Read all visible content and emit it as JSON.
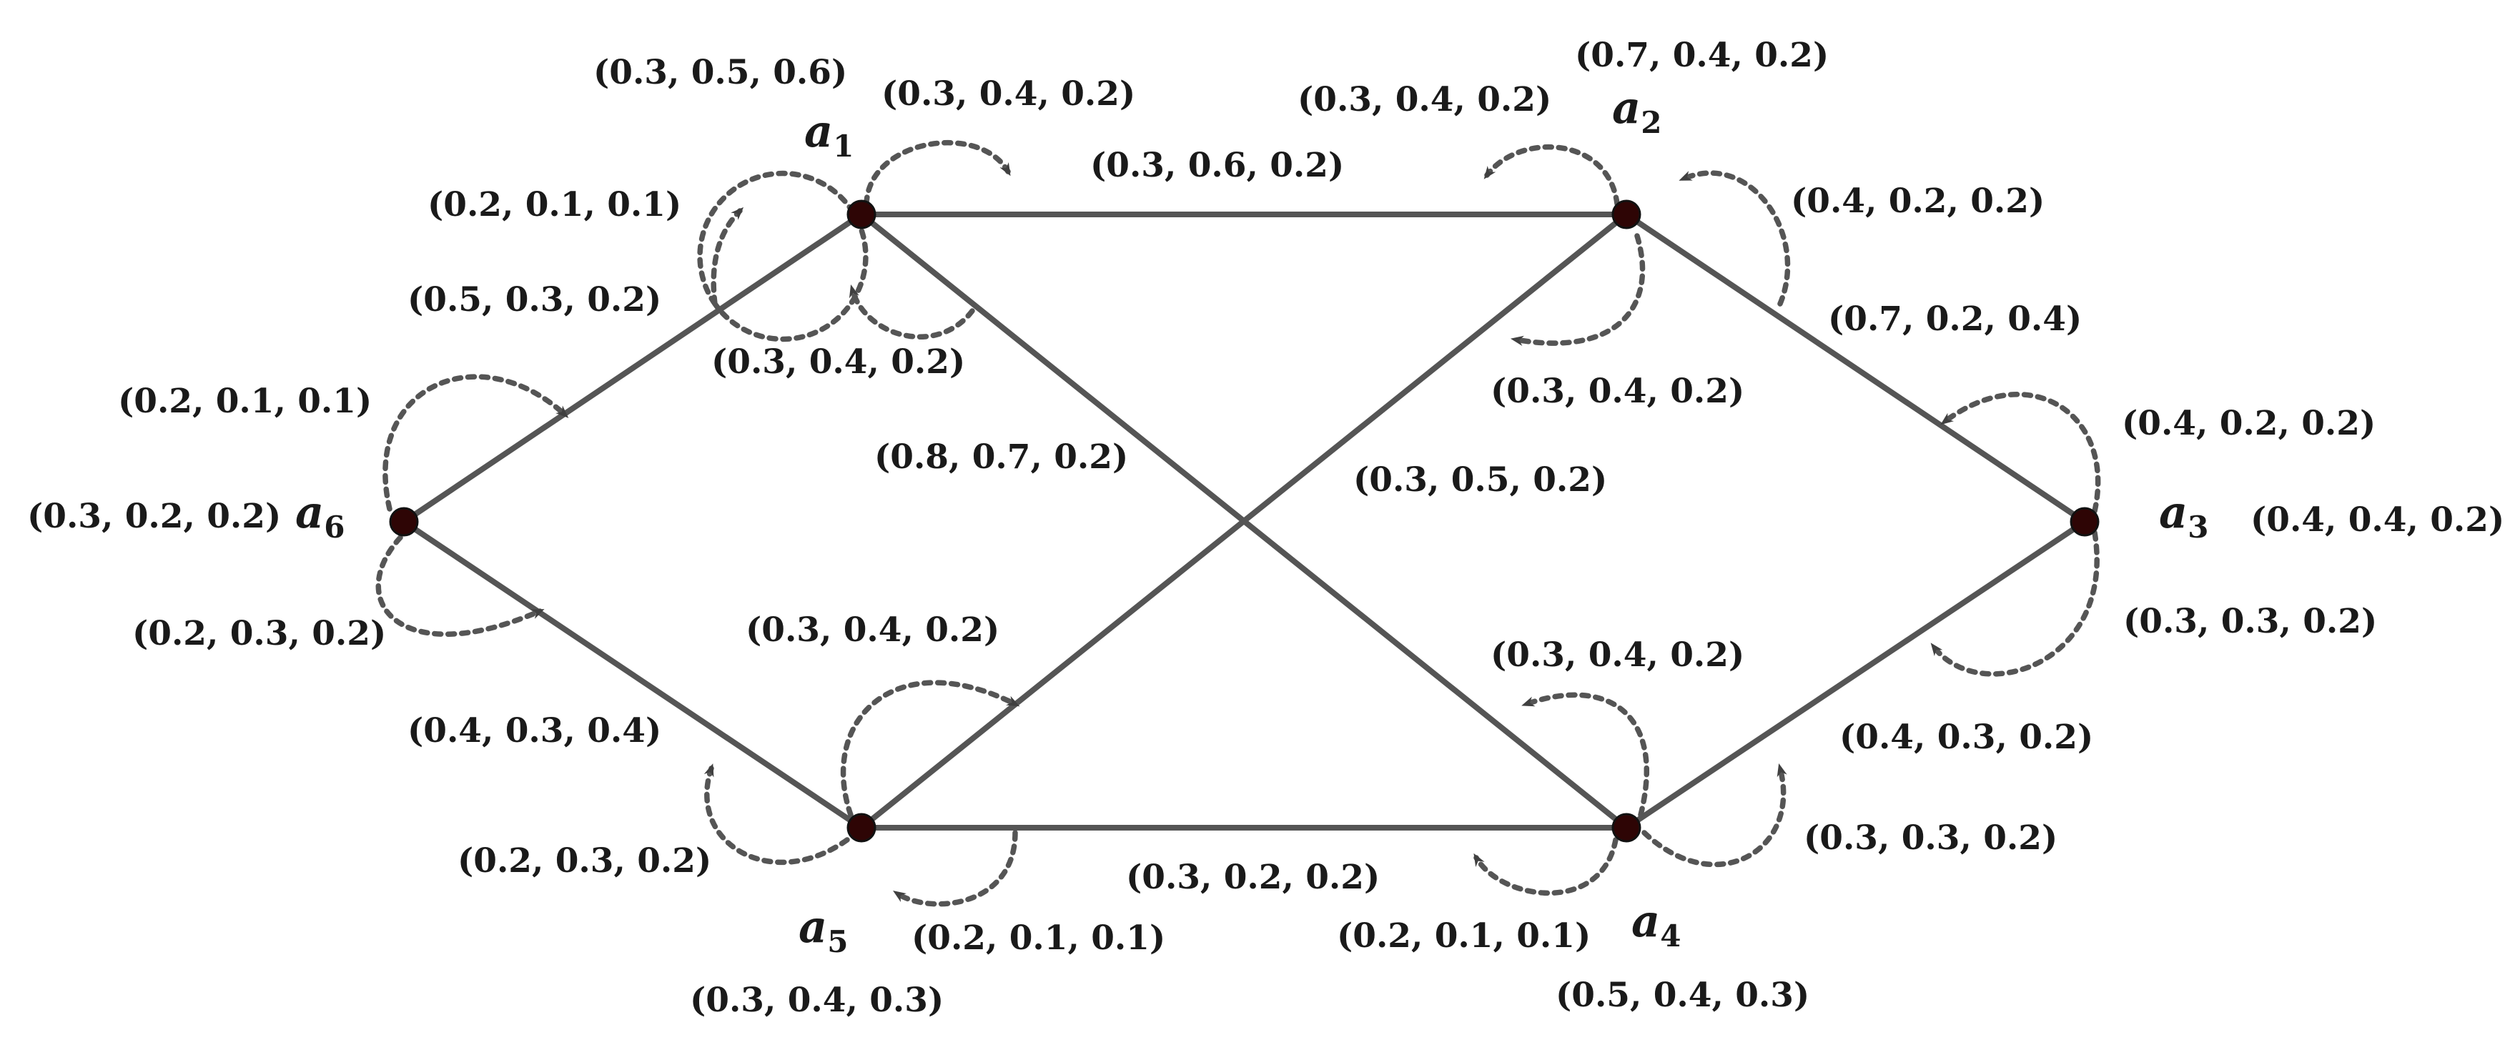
{
  "colors": {
    "edge": "#555555",
    "node": "#2e0505",
    "text": "#1a1a1a"
  },
  "vertices": [
    {
      "id": "a1",
      "name": "a",
      "sub": "1",
      "label": "(0.3, 0.5, 0.6)"
    },
    {
      "id": "a2",
      "name": "a",
      "sub": "2",
      "label": "(0.7, 0.4, 0.2)"
    },
    {
      "id": "a3",
      "name": "a",
      "sub": "3",
      "label": "(0.4, 0.4, 0.2)"
    },
    {
      "id": "a4",
      "name": "a",
      "sub": "4",
      "label": "(0.5, 0.4, 0.3)"
    },
    {
      "id": "a5",
      "name": "a",
      "sub": "5",
      "label": "(0.3, 0.4, 0.3)"
    },
    {
      "id": "a6",
      "name": "a",
      "sub": "6",
      "label": "(0.3, 0.2, 0.2)"
    }
  ],
  "edges": [
    {
      "from": "a1",
      "to": "a2",
      "label": "(0.3, 0.6, 0.2)"
    },
    {
      "from": "a2",
      "to": "a3",
      "label": "(0.7, 0.2, 0.4)"
    },
    {
      "from": "a3",
      "to": "a4",
      "label": "(0.4, 0.3, 0.2)"
    },
    {
      "from": "a4",
      "to": "a5",
      "label": "(0.3, 0.2, 0.2)"
    },
    {
      "from": "a5",
      "to": "a6",
      "label": "(0.4, 0.3, 0.4)"
    },
    {
      "from": "a6",
      "to": "a1",
      "label": "(0.5, 0.3, 0.2)"
    },
    {
      "from": "a1",
      "to": "a4",
      "label": "(0.8, 0.7, 0.2)"
    },
    {
      "from": "a2",
      "to": "a5",
      "label": "(0.3, 0.5, 0.2)"
    }
  ],
  "loops": [
    {
      "vertex": "a1",
      "label": "(0.2, 0.1, 0.1)"
    },
    {
      "vertex": "a1",
      "label": "(0.3, 0.4, 0.2)"
    },
    {
      "vertex": "a1",
      "label": "(0.3, 0.4, 0.2)"
    },
    {
      "vertex": "a2",
      "label": "(0.3, 0.4, 0.2)"
    },
    {
      "vertex": "a2",
      "label": "(0.4, 0.2, 0.2)"
    },
    {
      "vertex": "a2",
      "label": "(0.3, 0.4, 0.2)"
    },
    {
      "vertex": "a3",
      "label": "(0.4, 0.2, 0.2)"
    },
    {
      "vertex": "a3",
      "label": "(0.3, 0.3, 0.2)"
    },
    {
      "vertex": "a4",
      "label": "(0.3, 0.4, 0.2)"
    },
    {
      "vertex": "a4",
      "label": "(0.3, 0.3, 0.2)"
    },
    {
      "vertex": "a4",
      "label": "(0.2, 0.1, 0.1)"
    },
    {
      "vertex": "a5",
      "label": "(0.3, 0.4, 0.2)"
    },
    {
      "vertex": "a5",
      "label": "(0.2, 0.3, 0.2)"
    },
    {
      "vertex": "a5",
      "label": "(0.2, 0.1, 0.1)"
    },
    {
      "vertex": "a6",
      "label": "(0.2, 0.1, 0.1)"
    },
    {
      "vertex": "a6",
      "label": "(0.2, 0.3, 0.2)"
    }
  ]
}
